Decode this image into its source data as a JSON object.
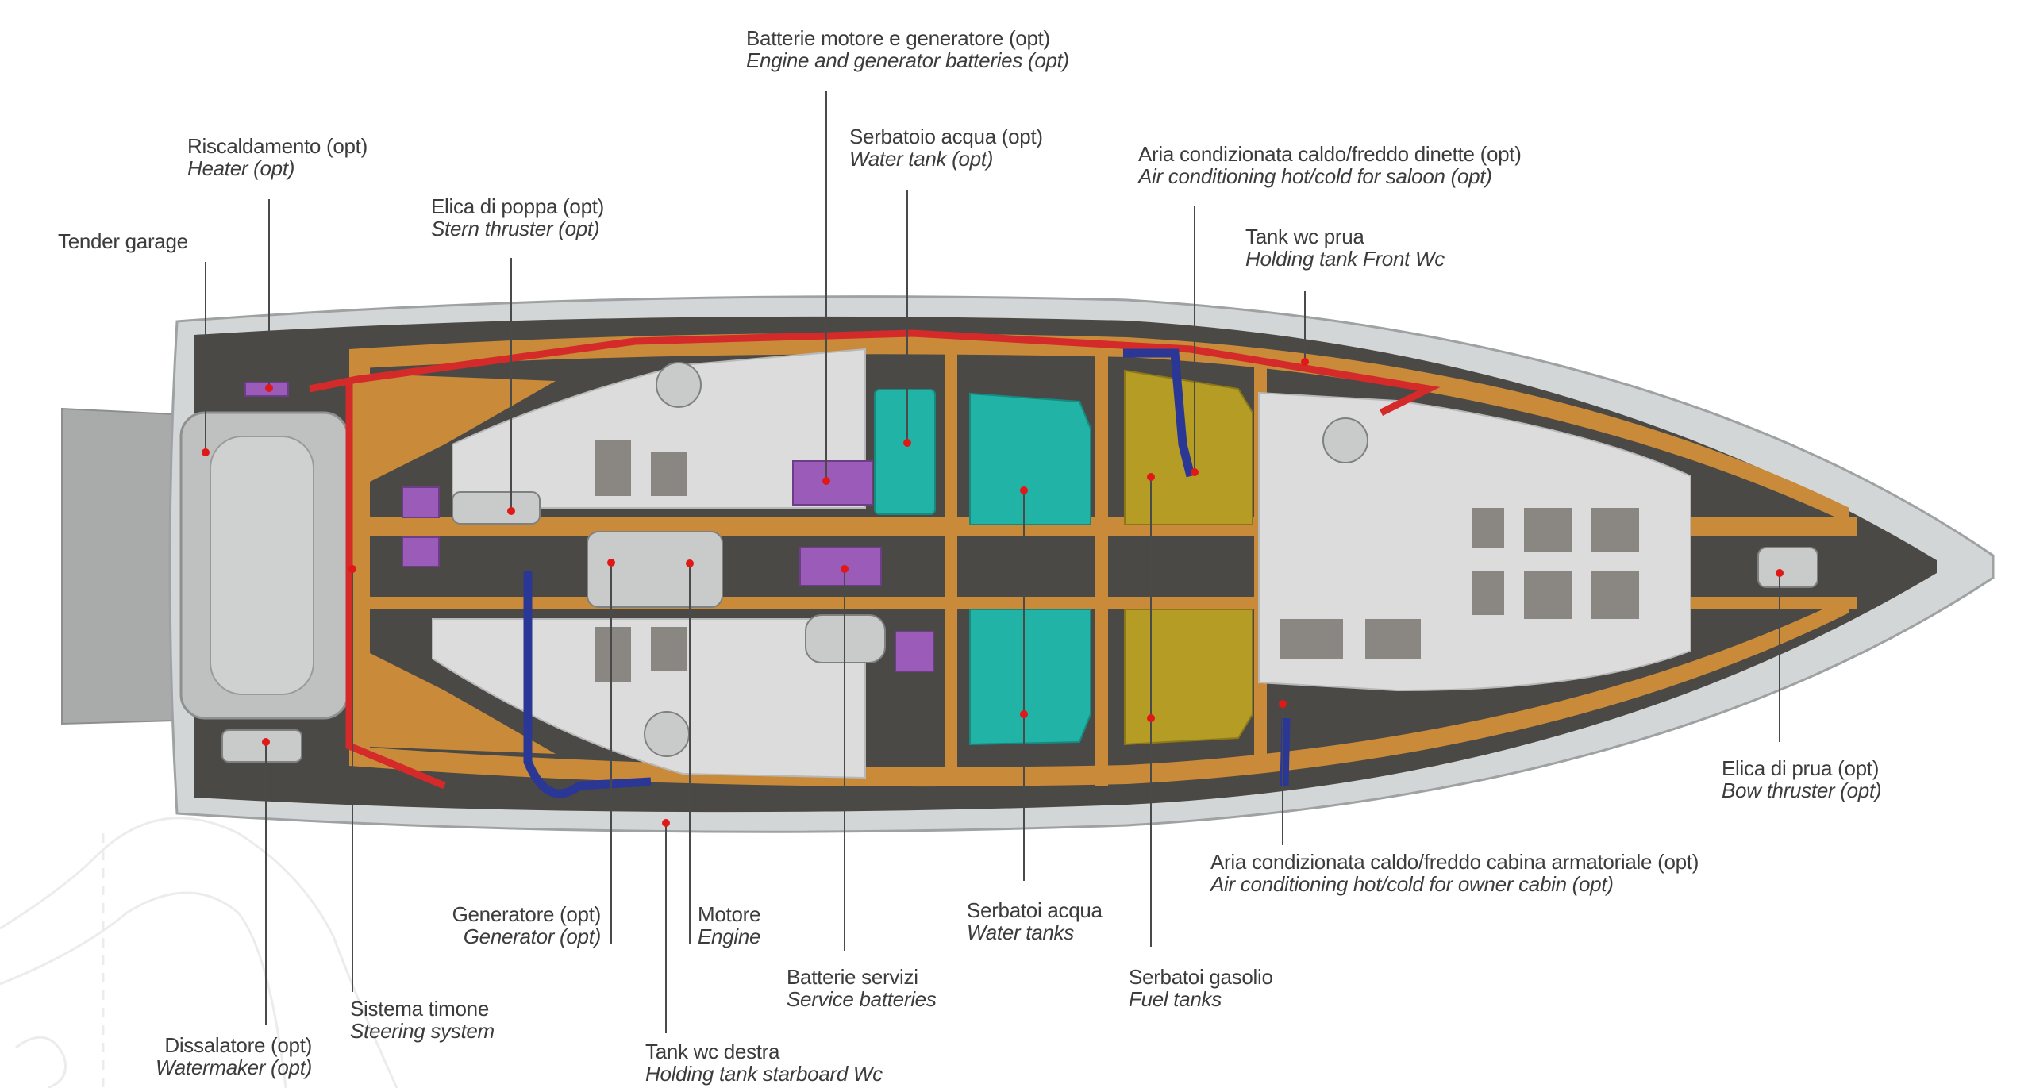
{
  "title": "Yacht systems layout",
  "labels": {
    "batterie_motore": {
      "it": "Batterie motore e generatore (opt)",
      "en": "Engine and generator batteries (opt)"
    },
    "riscaldamento": {
      "it": "Riscaldamento (opt)",
      "en": "Heater (opt)"
    },
    "tender_garage": {
      "it": "Tender garage"
    },
    "elica_poppa": {
      "it": "Elica di poppa (opt)",
      "en": "Stern thruster (opt)"
    },
    "serbatoio_acqua": {
      "it": "Serbatoio acqua (opt)",
      "en": "Water tank (opt)"
    },
    "aria_dinette": {
      "it": "Aria condizionata caldo/freddo dinette (opt)",
      "en": "Air conditioning hot/cold for saloon (opt)"
    },
    "tank_wc_prua": {
      "it": "Tank wc prua",
      "en": "Holding tank Front Wc"
    },
    "elica_prua": {
      "it": "Elica di prua (opt)",
      "en": "Bow thruster (opt)"
    },
    "aria_cabina": {
      "it": "Aria condizionata caldo/freddo cabina armatoriale (opt)",
      "en": "Air conditioning hot/cold for owner cabin (opt)"
    },
    "serbatoi_acqua": {
      "it": "Serbatoi acqua",
      "en": "Water tanks"
    },
    "serbatoi_gasolio": {
      "it": "Serbatoi gasolio",
      "en": "Fuel tanks"
    },
    "batterie_servizi": {
      "it": "Batterie servizi",
      "en": "Service batteries"
    },
    "motore": {
      "it": "Motore",
      "en": "Engine"
    },
    "generatore": {
      "it": "Generatore (opt)",
      "en": "Generator (opt)"
    },
    "tank_wc_destra": {
      "it": "Tank wc destra",
      "en": "Holding tank starboard Wc"
    },
    "sistema_timone": {
      "it": "Sistema timone",
      "en": "Steering system"
    },
    "dissalatore": {
      "it": "Dissalatore (opt)",
      "en": "Watermaker (opt)"
    }
  },
  "colors": {
    "hull": "#d3d6d6",
    "interior": "#4b4946",
    "frame": "#c98a3a",
    "floor": "#dcdcdc",
    "water": "#22b3a7",
    "fuel": "#b59c25",
    "battery": "#9a5cb8",
    "red_pipe": "#d42a2a",
    "blue_pipe": "#2b3794",
    "dot": "#e01818",
    "text": "#3c3c3c"
  }
}
